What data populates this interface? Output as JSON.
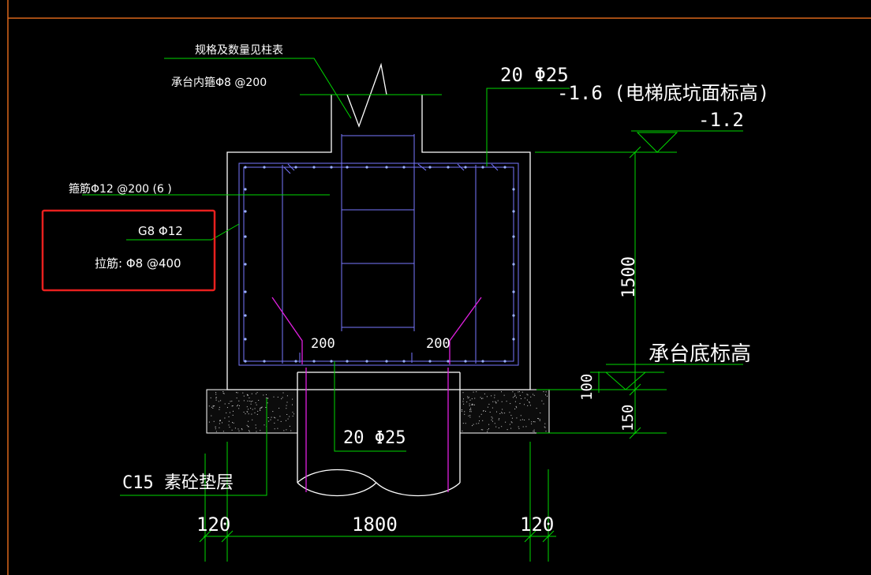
{
  "colors": {
    "background": "#000000",
    "frame": "#d9661a",
    "outline": "#ffffff",
    "leader": "#00d800",
    "rebar": "#7878ff",
    "pile_bar": "#e020e0",
    "highlight": "#e8201e",
    "text": "#ffffff"
  },
  "labels": {
    "column_note": "规格及数量见柱表",
    "inner_stirrup": "承台内箍Φ8 @200",
    "top_bars": "20 Φ25",
    "pit_elevation": "-1.6 (电梯底坑面标高)",
    "top_elevation": "-1.2",
    "stirrup": "箍筋Φ12 @200 (6 )",
    "side_bars": "G8 Φ12",
    "tie_bars": "拉筋: Φ8 @400",
    "depth_dim": "1500",
    "anchor_left": "200",
    "anchor_right": "200",
    "cap_bottom": "承台底标高",
    "dim_100": "100",
    "dim_150": "150",
    "bottom_bars": "20 Φ25",
    "cushion": "C15 素砼垫层",
    "dim_left": "120",
    "dim_width": "1800",
    "dim_right": "120"
  }
}
